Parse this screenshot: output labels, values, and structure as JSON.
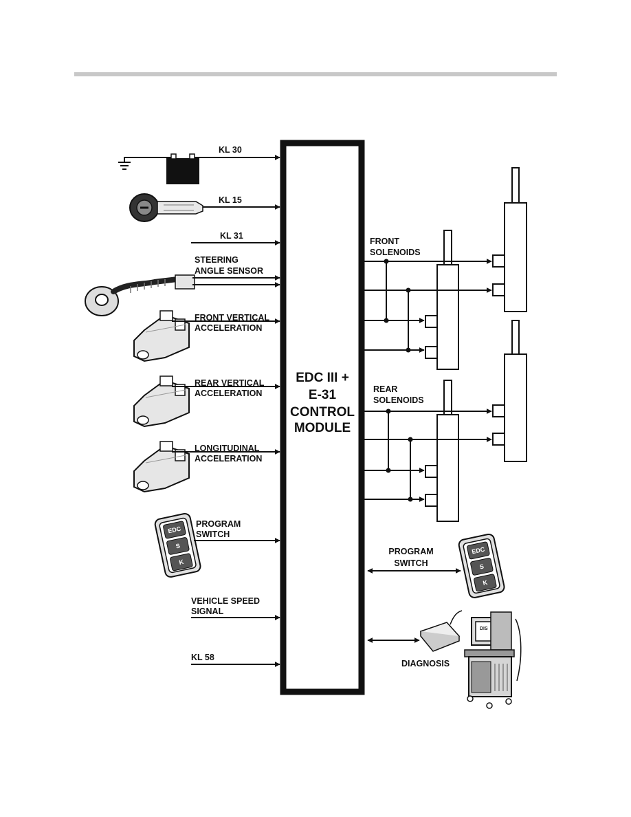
{
  "module": {
    "lines": [
      "EDC III +",
      "E-31",
      "CONTROL",
      "MODULE"
    ]
  },
  "inputs": {
    "kl30": "KL 30",
    "kl15": "KL 15",
    "kl31": "KL 31",
    "steering": [
      "STEERING",
      "ANGLE SENSOR"
    ],
    "front_vertical": [
      "FRONT VERTICAL",
      "ACCELERATION"
    ],
    "rear_vertical": [
      "REAR VERTICAL",
      "ACCELERATION"
    ],
    "longitudinal": [
      "LONGITUDINAL",
      "ACCELERATION"
    ],
    "program_switch": [
      "PROGRAM",
      "SWITCH"
    ],
    "vehicle_speed": [
      "VEHICLE SPEED",
      "SIGNAL"
    ],
    "kl58": "KL 58"
  },
  "outputs": {
    "front_solenoids": [
      "FRONT",
      "SOLENOIDS"
    ],
    "rear_solenoids": [
      "REAR",
      "SOLENOIDS"
    ],
    "program_switch": [
      "PROGRAM",
      "SWITCH"
    ],
    "diagnosis": "DIAGNOSIS"
  },
  "switch_buttons": [
    "EDC",
    "S",
    "K"
  ],
  "diagnosis_screen": "DIS"
}
